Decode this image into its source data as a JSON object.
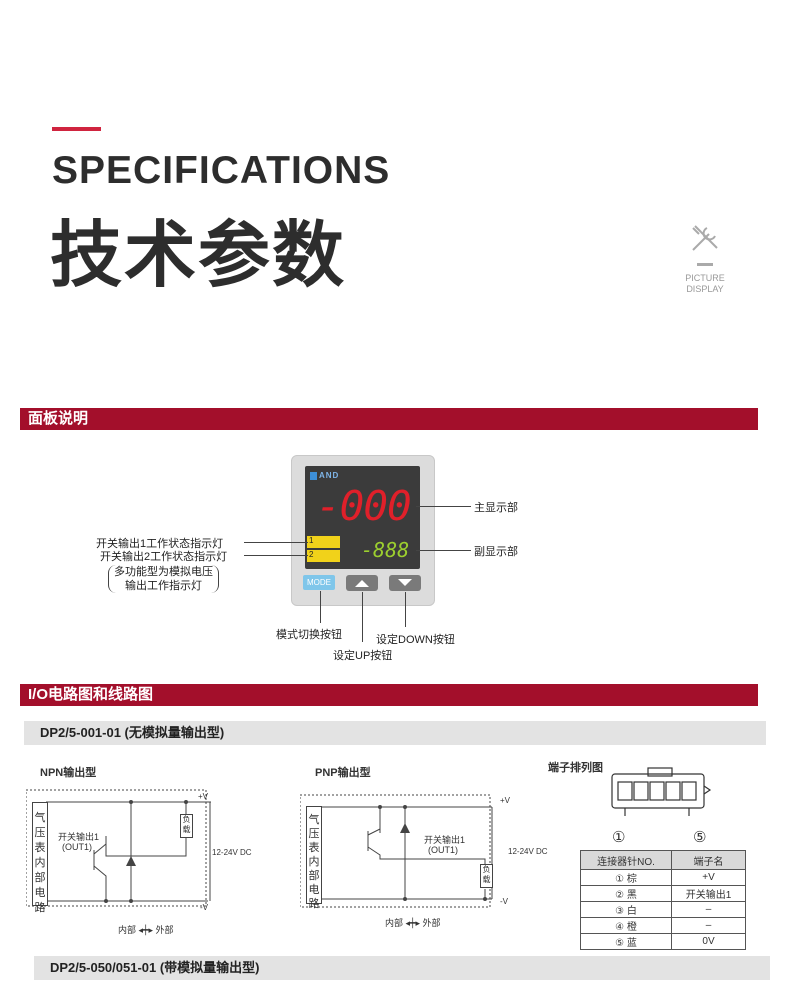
{
  "header": {
    "title_en": "SPECIFICATIONS",
    "title_cn": "技术参数",
    "badge_line1": "PICTURE",
    "badge_line2": "DISPLAY",
    "accent_color": "#d0243f"
  },
  "panel_section": {
    "bar_title": "面板说明",
    "brand": "AND",
    "main_display": "-000",
    "sub_display": "-888",
    "indicator_1": "1",
    "indicator_2": "2",
    "mode_button": "MODE",
    "label_main": "主显示部",
    "label_sub": "副显示部",
    "label_out1": "开关输出1工作状态指示灯",
    "label_out2": "开关输出2工作状态指示灯",
    "label_note_1": "多功能型为模拟电压",
    "label_note_2": "输出工作指示灯",
    "label_mode": "模式切换按钮",
    "label_down": "设定DOWN按钮",
    "label_up": "设定UP按钮"
  },
  "io_section": {
    "bar_title": "I/O电路图和线路图",
    "model_1": "DP2/5-001-01 (无模拟量输出型)",
    "npn_title": "NPN输出型",
    "pnp_title": "PNP输出型",
    "terminal_title": "端子排列图",
    "internal_circuit": "气压表内部电路",
    "load": "负载",
    "out1_line1": "开关输出1",
    "out1_line2": "(OUT1)",
    "plus_v": "+V",
    "minus_v": "-V",
    "voltage": "12-24V DC",
    "inside": "内部",
    "outside": "外部",
    "pin_first": "①",
    "pin_last": "⑤",
    "table_headers": [
      "连接器针NO.",
      "端子名"
    ],
    "table_rows": [
      [
        "① 棕",
        "+V"
      ],
      [
        "② 黑",
        "开关输出1"
      ],
      [
        "③ 白",
        "–"
      ],
      [
        "④ 橙",
        "–"
      ],
      [
        "⑤ 蓝",
        "0V"
      ]
    ],
    "model_2": "DP2/5-050/051-01 (带模拟量输出型)"
  }
}
